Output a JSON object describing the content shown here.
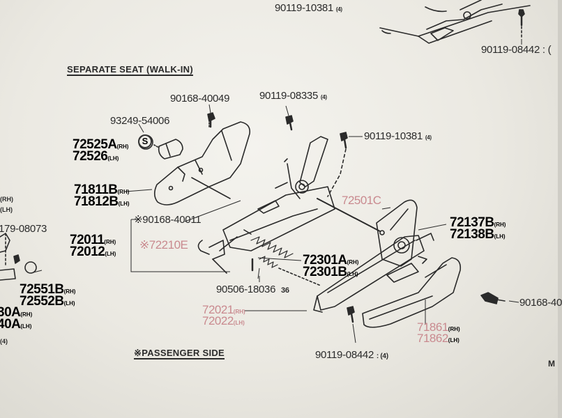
{
  "section_title": "SEPARATE SEAT (WALK-IN)",
  "footer_note": "※PASSENGER SIDE",
  "top": {
    "part1": "90119-10381",
    "qty1": "(4)",
    "part2": "90119-08442",
    "part2_suffix": ": ("
  },
  "parts": {
    "p_90168_40049": "90168-40049",
    "p_90119_08335": "90119-08335",
    "q_08335": "(4)",
    "p_93249_54006": "93249-54006",
    "s_marker": "S",
    "p_90119_10381b": "90119-10381",
    "q_10381b": "(4)",
    "p_72525a": "72525A",
    "p_72526": "72526",
    "rh": "(RH)",
    "lh": "(LH)",
    "p_71811b": "71811B",
    "p_71812b": "71812B",
    "p_72501c": "72501C",
    "p_90168_40011": "90168-40011",
    "p_72011": "72011",
    "p_72012": "72012",
    "p_72210e": "72210E",
    "p_72137b": "72137B",
    "p_72138b": "72138B",
    "p_72301a": "72301A",
    "p_72301b": "72301B",
    "p_90506_18036": "90506-18036",
    "q_36": "36",
    "p_72021": "72021",
    "p_72022": "72022",
    "p_71861": "71861",
    "p_71862": "71862",
    "p_90168_40r": "90168-40",
    "p_90119_08442b": "90119-08442",
    "q_08442b": ": (4)",
    "left_08073": "179-08073",
    "left_72551b": "72551B",
    "left_72552b": "72552B",
    "left_30a": "30A",
    "left_40a": "40A",
    "left_q4": "(4)",
    "right_m": "M"
  }
}
